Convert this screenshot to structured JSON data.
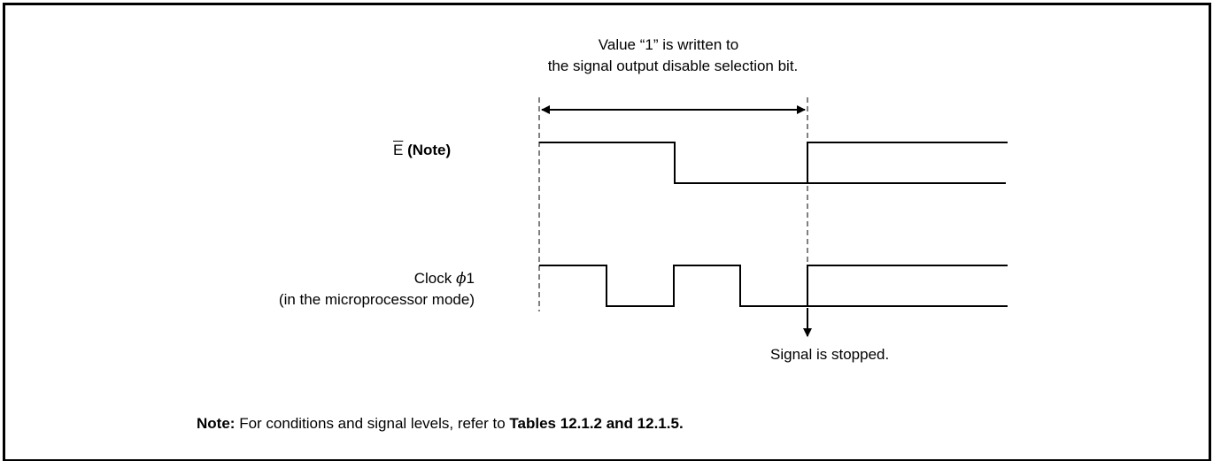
{
  "header": {
    "line1": "Value “1” is written to",
    "line2": "the signal output disable selection bit."
  },
  "signals": {
    "e_letter": "E",
    "e_note": "(Note)",
    "clock_line1_text": "Clock",
    "clock_symbol": "ϕ",
    "clock_index": "1",
    "clock_line2": "(in the microprocessor mode)"
  },
  "annotation": {
    "stopped": "Signal is stopped."
  },
  "footnote": {
    "label": "Note:",
    "text": "For conditions and signal levels, refer to",
    "ref": "Tables 12.1.2 and 12.1.5."
  },
  "colors": {
    "line": "#000000",
    "background": "#ffffff"
  }
}
